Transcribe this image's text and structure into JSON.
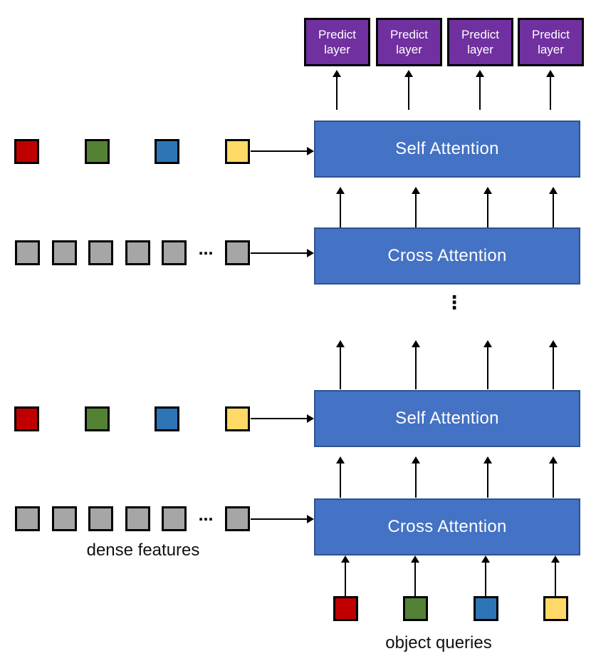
{
  "predict_layers": {
    "labels": [
      "Predict layer",
      "Predict layer",
      "Predict layer",
      "Predict layer"
    ]
  },
  "attention_blocks": {
    "top_self": "Self Attention",
    "top_cross": "Cross Attention",
    "bottom_self": "Self Attention",
    "bottom_cross": "Cross Attention"
  },
  "captions": {
    "dense_features": "dense features",
    "object_queries": "object queries"
  },
  "ellipsis": {
    "horizontal": "...",
    "vertical": "⋮"
  },
  "token_rows": {
    "queries_top_stack": [
      "red",
      "green",
      "blue",
      "yellow"
    ],
    "features_top_stack": [
      "gray",
      "gray",
      "gray",
      "gray",
      "gray",
      "dots",
      "gray"
    ],
    "queries_bottom_stack": [
      "red",
      "green",
      "blue",
      "yellow"
    ],
    "features_bottom_stack": [
      "gray",
      "gray",
      "gray",
      "gray",
      "gray",
      "dots",
      "gray"
    ],
    "object_queries": [
      "red",
      "green",
      "blue",
      "yellow"
    ]
  },
  "colors": {
    "red": "#C00000",
    "green": "#548235",
    "blue": "#2E75B6",
    "yellow": "#FFD966",
    "gray": "#A6A6A6",
    "attention_fill": "#4472C4",
    "attention_border": "#2F528F",
    "predict_fill": "#7030A0",
    "predict_border": "#000000",
    "arrow": "#000000"
  }
}
